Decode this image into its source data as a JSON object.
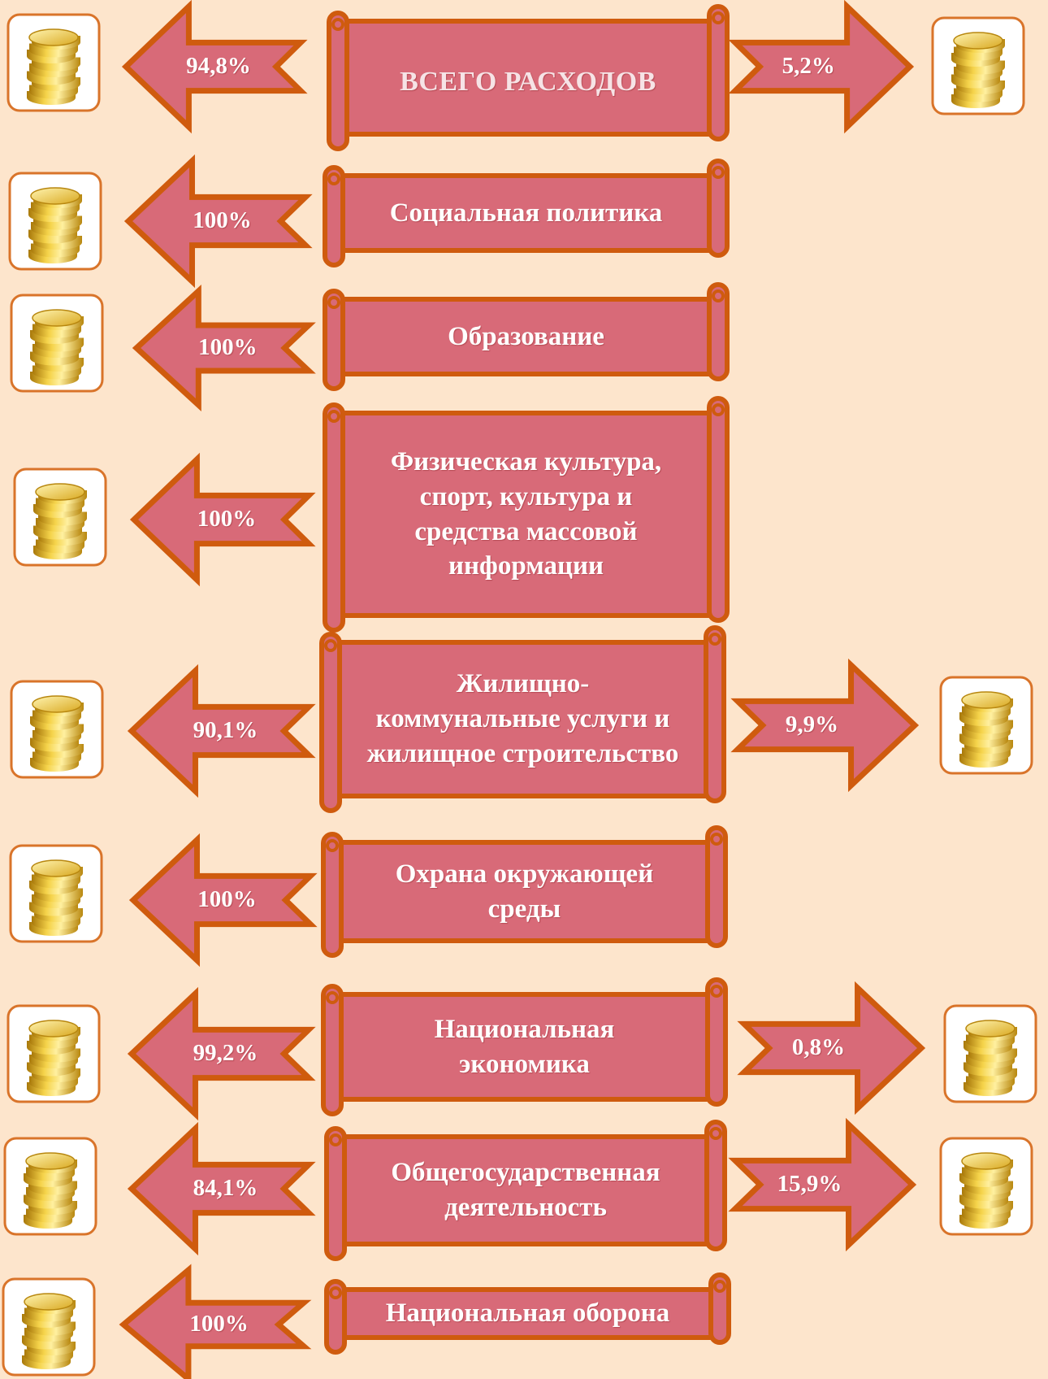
{
  "colors": {
    "background": "#fde5cc",
    "banner_fill": "#d86a78",
    "banner_border": "#cf5b0e",
    "arrow_fill": "#d86a78",
    "arrow_border": "#cf5b0e",
    "text": "#ffffff"
  },
  "icon": "coin-stack-icon",
  "rows": [
    {
      "id": "total",
      "label": "ВСЕГО РАСХОДОВ",
      "left_percent": "94,8%",
      "right_percent": "5,2%"
    },
    {
      "id": "social-policy",
      "label": "Социальная политика",
      "left_percent": "100%"
    },
    {
      "id": "education",
      "label": "Образование",
      "left_percent": "100%"
    },
    {
      "id": "sport-culture-media",
      "label": "Физическая культура,\nспорт, культура и\nсредства массовой\nинформации",
      "left_percent": "100%"
    },
    {
      "id": "housing-utilities",
      "label": "Жилищно-\nкоммунальные услуги и\nжилищное строительство",
      "left_percent": "90,1%",
      "right_percent": "9,9%"
    },
    {
      "id": "environment",
      "label": "Охрана окружающей\nсреды",
      "left_percent": "100%"
    },
    {
      "id": "national-economy",
      "label": "Национальная\nэкономика",
      "left_percent": "99,2%",
      "right_percent": "0,8%"
    },
    {
      "id": "general-state",
      "label": "Общегосударственная\nдеятельность",
      "left_percent": "84,1%",
      "right_percent": "15,9%"
    },
    {
      "id": "national-defense",
      "label": "Национальная оборона",
      "left_percent": "100%"
    }
  ]
}
